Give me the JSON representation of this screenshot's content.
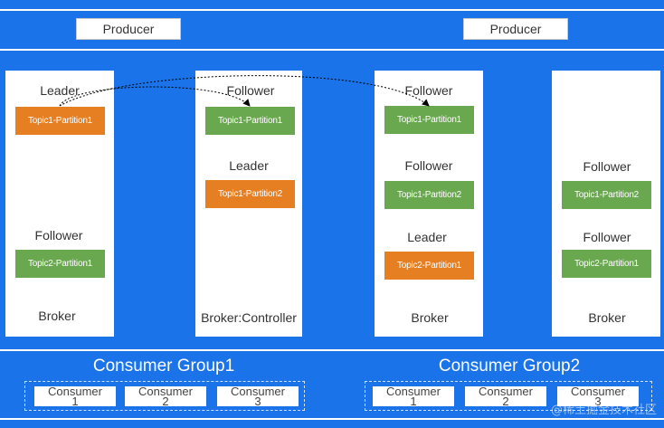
{
  "producers": [
    {
      "label": "Producer"
    },
    {
      "label": "Producer"
    }
  ],
  "brokers": [
    {
      "label": "Broker",
      "roles": [
        "Leader",
        "Follower"
      ],
      "partitions": [
        {
          "label": "Topic1-Partition1",
          "color": "#e67e22"
        },
        {
          "label": "Topic2-Partition1",
          "color": "#6aa84f"
        }
      ]
    },
    {
      "label": "Broker:Controller",
      "roles": [
        "Follower",
        "Leader"
      ],
      "partitions": [
        {
          "label": "Topic1-Partition1",
          "color": "#6aa84f"
        },
        {
          "label": "Topic1-Partition2",
          "color": "#e67e22"
        }
      ]
    },
    {
      "label": "Broker",
      "roles": [
        "Follower",
        "Follower",
        "Leader"
      ],
      "partitions": [
        {
          "label": "Topic1-Partition1",
          "color": "#6aa84f"
        },
        {
          "label": "Topic1-Partition2",
          "color": "#6aa84f"
        },
        {
          "label": "Topic2-Partition1",
          "color": "#e67e22"
        }
      ]
    },
    {
      "label": "Broker",
      "roles": [
        "Follower",
        "Follower"
      ],
      "partitions": [
        {
          "label": "Topic1-Partition2",
          "color": "#6aa84f"
        },
        {
          "label": "Topic2-Partition1",
          "color": "#6aa84f"
        }
      ]
    }
  ],
  "consumer_groups": [
    {
      "title": "Consumer Group1",
      "consumers": [
        [
          "Consumer",
          "1"
        ],
        [
          "Consumer",
          "2"
        ],
        [
          "Consumer",
          "3"
        ]
      ]
    },
    {
      "title": "Consumer Group2",
      "consumers": [
        [
          "Consumer",
          "1"
        ],
        [
          "Consumer",
          "2"
        ],
        [
          "Consumer",
          "3"
        ]
      ]
    }
  ],
  "watermark": "@稀土掘金技术社区",
  "colors": {
    "background": "#1a73e8",
    "leader": "#e67e22",
    "follower": "#6aa84f"
  }
}
